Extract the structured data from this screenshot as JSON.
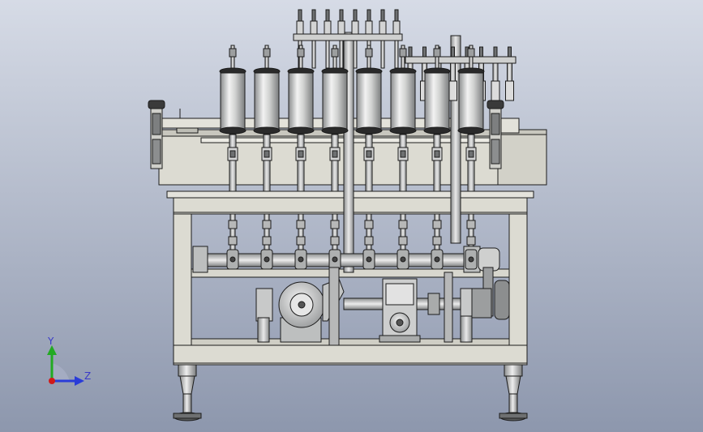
{
  "viewport": {
    "background_top": "#d6dbe6",
    "background_bottom": "#8d97ad"
  },
  "colors": {
    "frame": "#dcdbd2",
    "frame_dark": "#9a9a92",
    "outline": "#1c1c1c",
    "metal": "#c9cbc9",
    "metal_light": "#eeeeee",
    "metal_dark": "#7d7f80",
    "seal": "#2a2a2a",
    "x_axis": "#d11a1a",
    "y_axis": "#22aa22",
    "z_axis": "#2a3cd8"
  },
  "triad": {
    "y_label": "Y",
    "z_label": "Z",
    "icon": "coordinate-triad-icon"
  },
  "machine": {
    "cylinder_count": 8,
    "top_manifold_valves": 8,
    "right_manifold_valves": 8,
    "icon": "filling-machine-icon"
  }
}
